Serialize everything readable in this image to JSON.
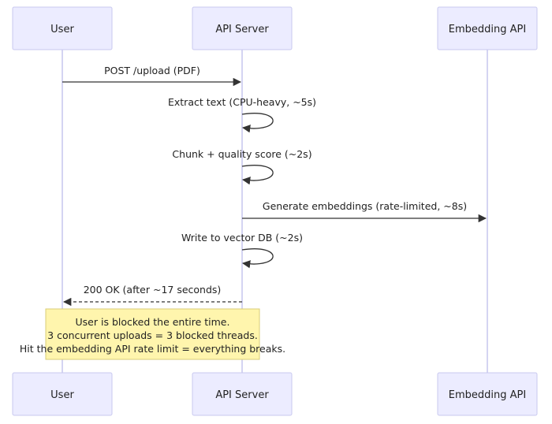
{
  "participants": [
    {
      "id": "user",
      "label": "User"
    },
    {
      "id": "api",
      "label": "API Server"
    },
    {
      "id": "embed",
      "label": "Embedding API"
    }
  ],
  "messages": [
    {
      "from": "user",
      "to": "api",
      "label": "POST /upload (PDF)",
      "style": "solid"
    },
    {
      "from": "api",
      "to": "api",
      "label": "Extract text (CPU-heavy, ~5s)",
      "style": "solid"
    },
    {
      "from": "api",
      "to": "api",
      "label": "Chunk + quality score (~2s)",
      "style": "solid"
    },
    {
      "from": "api",
      "to": "embed",
      "label": "Generate embeddings (rate-limited, ~8s)",
      "style": "solid"
    },
    {
      "from": "api",
      "to": "api",
      "label": "Write to vector DB (~2s)",
      "style": "solid"
    },
    {
      "from": "api",
      "to": "user",
      "label": "200 OK (after ~17 seconds)",
      "style": "dashed"
    }
  ],
  "note": {
    "over": [
      "user",
      "api"
    ],
    "lines": [
      "User is blocked the entire time.",
      "3 concurrent uploads = 3 blocked threads.",
      "Hit the embedding API rate limit = everything breaks."
    ]
  },
  "colors": {
    "actor_fill": "#ececff",
    "actor_stroke": "#c9c9ef",
    "note_fill": "#fff5ad",
    "note_stroke": "#d8cd77",
    "line": "#333333"
  }
}
